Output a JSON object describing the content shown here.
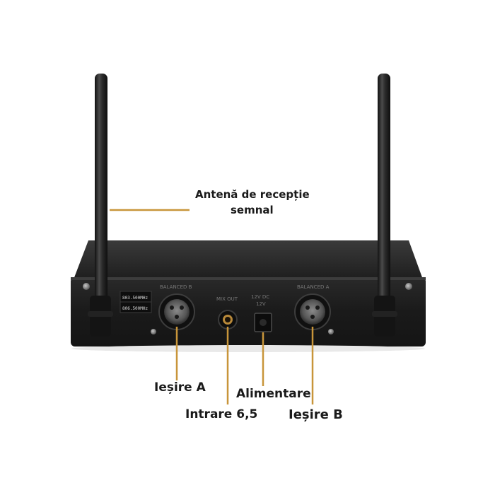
{
  "photo": {
    "device": {
      "frequency_1": "803.500MHz",
      "frequency_2": "806.500MHz",
      "port_b_label": "BALANCED B",
      "port_a_label": "BALANCED A",
      "jack_label": "MIX OUT",
      "power_label_1": "12V DC",
      "power_label_2": "12V"
    }
  },
  "callouts": {
    "antenna": [
      "Antenă de recepție",
      "semnal"
    ],
    "output_a": "Ieșire A",
    "input_65": "Intrare 6,5",
    "power": "Alimentare",
    "output_b": "Ieșire B"
  },
  "colors": {
    "callout_line": "#c8953a",
    "device_body": "#1f1f1f",
    "label_text": "#1a1a1a",
    "jack_ring": "#b8893a"
  }
}
